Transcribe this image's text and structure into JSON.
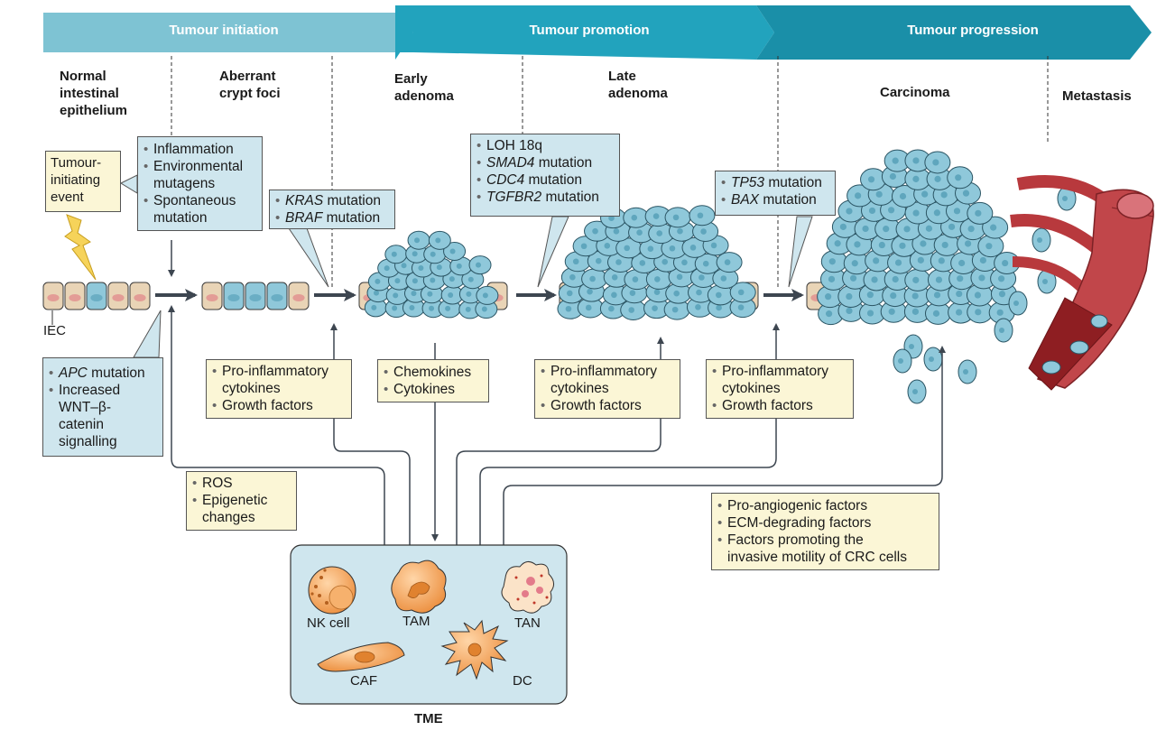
{
  "phases": [
    {
      "label": "Tumour initiation"
    },
    {
      "label": "Tumour promotion"
    },
    {
      "label": "Tumour progression"
    }
  ],
  "stages": {
    "normal": [
      "Normal",
      "intestinal",
      "epithelium"
    ],
    "acf": [
      "Aberrant",
      "crypt foci"
    ],
    "early": [
      "Early",
      "adenoma"
    ],
    "late": [
      "Late",
      "adenoma"
    ],
    "carcinoma": "Carcinoma",
    "metastasis": "Metastasis"
  },
  "event_box": [
    "Tumour-",
    "initiating",
    "event"
  ],
  "iec_label": "IEC",
  "boxes": {
    "inflammation": [
      [
        "Inflammation"
      ],
      [
        "Environmental",
        "mutagens"
      ],
      [
        "Spontaneous",
        "mutation"
      ]
    ],
    "kras": [
      {
        "italic": "KRAS",
        "rest": " mutation"
      },
      {
        "italic": "BRAF",
        "rest": " mutation"
      }
    ],
    "loh": [
      {
        "italic": "",
        "rest": "LOH 18q"
      },
      {
        "italic": "SMAD4",
        "rest": " mutation"
      },
      {
        "italic": "CDC4",
        "rest": " mutation"
      },
      {
        "italic": "TGFBR2",
        "rest": " mutation"
      }
    ],
    "tp53": [
      {
        "italic": "TP53",
        "rest": " mutation"
      },
      {
        "italic": "BAX",
        "rest": " mutation"
      }
    ],
    "apc": [
      {
        "italic": "APC",
        "rest": " mutation",
        "cont": []
      },
      {
        "italic": "",
        "rest": "Increased",
        "cont": [
          "WNT–β-",
          "catenin",
          "signalling"
        ]
      }
    ],
    "proinf1": [
      [
        "Pro-inflammatory",
        "cytokines"
      ],
      [
        "Growth factors"
      ]
    ],
    "chemokines": [
      [
        "Chemokines"
      ],
      [
        "Cytokines"
      ]
    ],
    "proinf2": [
      [
        "Pro-inflammatory",
        "cytokines"
      ],
      [
        "Growth factors"
      ]
    ],
    "proinf3": [
      [
        "Pro-inflammatory",
        "cytokines"
      ],
      [
        "Growth factors"
      ]
    ],
    "ros": [
      [
        "ROS"
      ],
      [
        "Epigenetic",
        "changes"
      ]
    ],
    "angio": [
      [
        "Pro-angiogenic factors"
      ],
      [
        "ECM-degrading factors"
      ],
      [
        "Factors promoting the",
        "invasive motility of CRC cells"
      ]
    ]
  },
  "tme": {
    "title": "TME",
    "cells": {
      "nk": "NK cell",
      "tam": "TAM",
      "tan": "TAN",
      "caf": "CAF",
      "dc": "DC"
    }
  },
  "colors": {
    "phase1": "#7ec3d3",
    "phase2": "#22a3bd",
    "phase3": "#1a8fa8",
    "tumour_cell": "#8fc8da",
    "epithelial_cell": "#e9d4b6",
    "tme_cell": "#f0a45c",
    "vessel": "#c1464a",
    "lightning": "#f6d35a"
  }
}
